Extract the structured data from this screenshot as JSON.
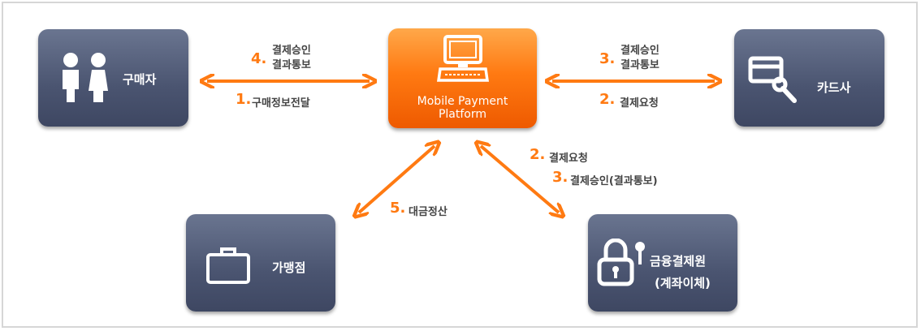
{
  "nodes": {
    "buyer": "구매자",
    "card_company": "카드사",
    "merchant": "가맹점",
    "financial_institute_line1": "금융결제원",
    "financial_institute_line2": "(계좌이체)",
    "center_line1": "Mobile Payment",
    "center_line2": "Platform"
  },
  "flows": {
    "left_top_num": "4.",
    "left_top_line1": "결제승인",
    "left_top_line2": "결과통보",
    "left_bottom_num": "1.",
    "left_bottom_text": "구매정보전달",
    "right_top_num": "3.",
    "right_top_line1": "결제승인",
    "right_top_line2": "결과통보",
    "right_bottom_num": "2.",
    "right_bottom_text": "결제요청",
    "lower_right_num1": "2.",
    "lower_right_text1": "결제요청",
    "lower_right_num2": "3.",
    "lower_right_text2": "결제승인(결과통보)",
    "lower_left_num": "5.",
    "lower_left_text": "대금정산"
  },
  "colors": {
    "accent": "#ff7a12",
    "node": "#4a5470"
  },
  "icons": {
    "buyer": "people-icon",
    "card": "card-stamp-icon",
    "merchant": "briefcase-icon",
    "bank": "padlock-key-icon",
    "center": "computer-icon"
  }
}
